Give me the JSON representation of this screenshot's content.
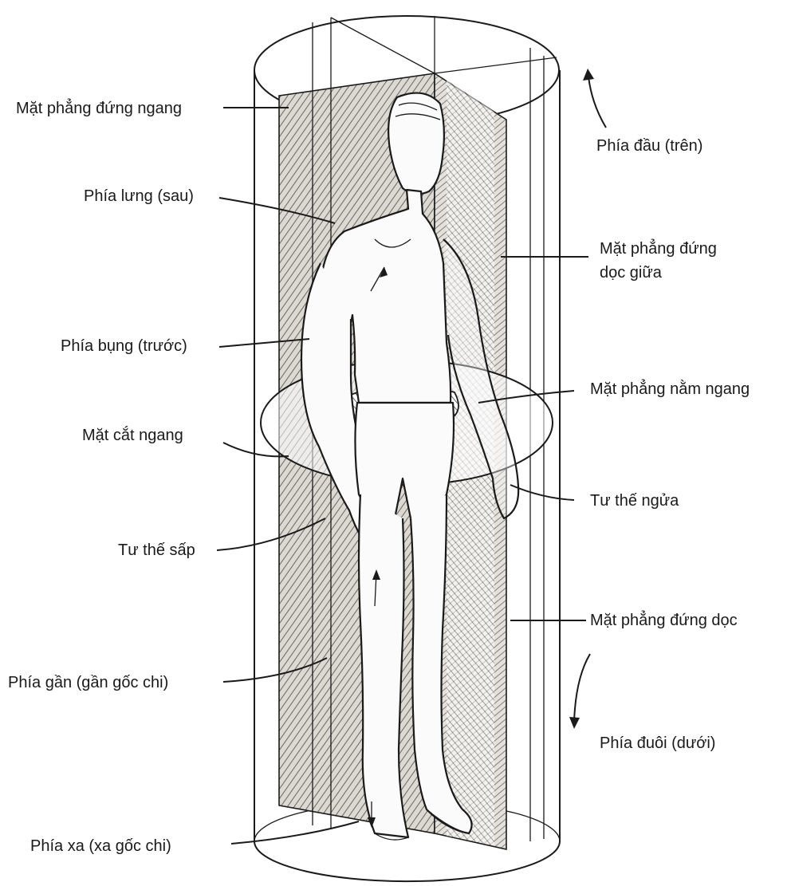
{
  "labels": {
    "coronal_plane": "Mặt phẳng đứng ngang",
    "cranial": "Phía đầu (trên)",
    "dorsal": "Phía lưng (sau)",
    "midsagittal_plane_line1": "Mặt phẳng đứng",
    "midsagittal_plane_line2": "dọc giữa",
    "ventral": "Phía bụng (trước)",
    "horizontal_plane": "Mặt phẳng nằm ngang",
    "cross_section": "Mặt cắt ngang",
    "supine": "Tư thế ngửa",
    "prone": "Tư thế sấp",
    "sagittal_plane": "Mặt phẳng đứng dọc",
    "proximal": "Phía gần (gần gốc chi)",
    "caudal": "Phía đuôi (dưới)",
    "distal": "Phía xa (xa gốc chi)"
  },
  "colors": {
    "ink": "#1a1a1a",
    "plane_hatch": "#6f6a64",
    "plane_fill": "#d8d4ce",
    "paper": "#ffffff"
  }
}
